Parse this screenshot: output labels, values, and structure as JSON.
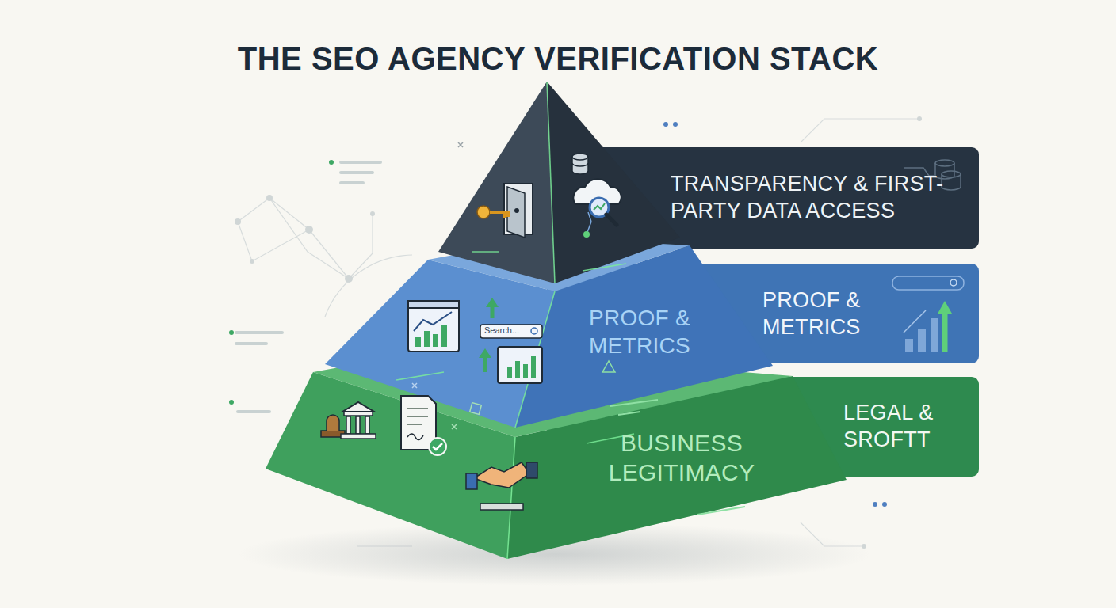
{
  "diagram": {
    "title": "THE SEO AGENCY VERIFICATION STACK",
    "nodes": [
      {
        "text": [
          "TRANSPARENCY & FIRST-PARTY DATA ACCESS"
        ]
      },
      {
        "text": [
          "PROOF & METRICS"
        ]
      },
      {
        "text": [
          "PROOF & METRICS"
        ]
      },
      {
        "text": [
          "BUSINESS LEGITIMACY"
        ]
      },
      {
        "text": [
          "LEGAL & SROFTT"
        ]
      }
    ],
    "labels": [
      "Search..."
    ]
  }
}
